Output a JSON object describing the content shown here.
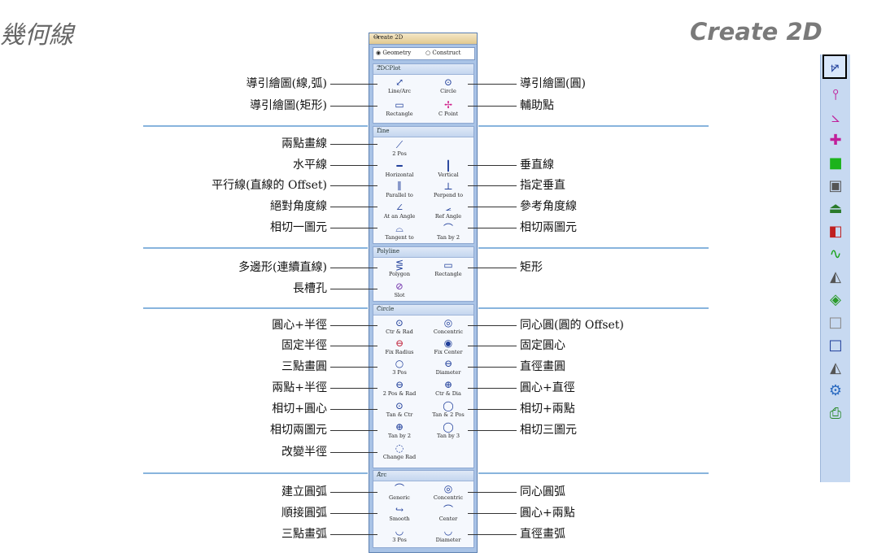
{
  "title_left": "幾何線",
  "title_right": "Create 2D",
  "panel": {
    "title": "Create 2D",
    "pin": "⇥",
    "radio_geometry": "Geometry",
    "radio_construct": "Construct"
  },
  "sections": {
    "s2d": "2DCPlot",
    "line": "Line",
    "polyline": "Polyline",
    "circle": "Circle",
    "arc": "Arc"
  },
  "tools": {
    "line_arc": "Line/Arc",
    "circle": "Circle",
    "rectangle": "Rectangle",
    "c_point": "C Point",
    "two_pos": "2 Pos",
    "horizontal": "Horizontal",
    "vertical": "Vertical",
    "parallel": "Parallel to",
    "perpend": "Perpend to",
    "at_angle": "At an Angle",
    "ref_angle": "Ref Angle",
    "tangent": "Tangent to",
    "tan_by_2": "Tan by 2",
    "polygon": "Polygon",
    "rectangle2": "Rectangle",
    "slot": "Slot",
    "ctr_rad": "Ctr & Rad",
    "concentric": "Concentric",
    "fix_radius": "Fix Radius",
    "fix_center": "Fix Center",
    "three_pos": "3 Pos",
    "diameter": "Diameter",
    "two_pos_rad": "2 Pos & Rad",
    "ctr_dia": "Ctr & Dia",
    "tan_ctr": "Tan & Ctr",
    "tan_2pos": "Tan & 2 Pos",
    "tan_by_2c": "Tan by 2",
    "tan_by_3": "Tan by 3",
    "change_rad": "Change Rad",
    "generic": "Generic",
    "concentric_arc": "Concentric",
    "smooth": "Smooth",
    "center": "Center",
    "three_pos_arc": "3 Pos",
    "diameter_arc": "Diameter"
  },
  "labels": {
    "l1": "導引繪圖(線,弧)",
    "l2": "導引繪圖(矩形)",
    "l3": "兩點畫線",
    "l4": "水平線",
    "l5": "平行線(直線的 Offset)",
    "l6": "絕對角度線",
    "l7": "相切一圖元",
    "l8": "多邊形(連續直線)",
    "l9": "長槽孔",
    "l10": "圓心+半徑",
    "l11": "固定半徑",
    "l12": "三點畫圓",
    "l13": "兩點+半徑",
    "l14": "相切+圓心",
    "l15": "相切兩圖元",
    "l16": "改變半徑",
    "l17": "建立圓弧",
    "l18": "順接圓弧",
    "l19": "三點畫弧",
    "r1": "導引繪圖(圓)",
    "r2": "輔助點",
    "r3": "垂直線",
    "r4": "指定垂直",
    "r5": "參考角度線",
    "r6": "相切兩圖元",
    "r7": "矩形",
    "r8": "同心圓(圓的 Offset)",
    "r9": "固定圓心",
    "r10": "直徑畫圓",
    "r11": "圓心+直徑",
    "r12": "相切+兩點",
    "r13": "相切三圖元",
    "r14": "同心圓弧",
    "r15": "圓心+兩點",
    "r16": "直徑畫弧"
  },
  "colors": {
    "panel_bg": "#a9c3e6",
    "separator": "#88b4dd",
    "icon": "#1f3e9a"
  }
}
